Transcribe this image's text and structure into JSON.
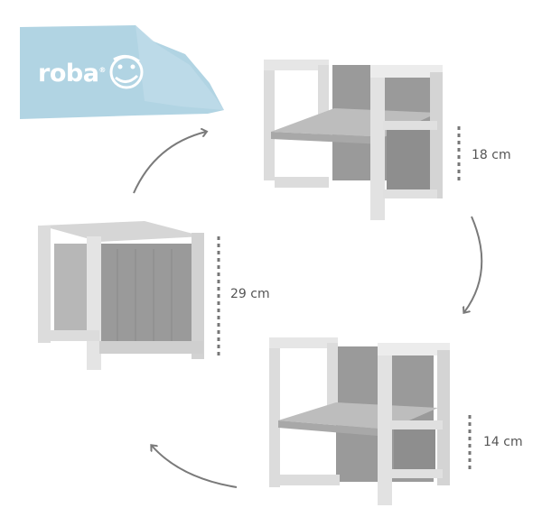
{
  "brand": {
    "name": "roba",
    "registered_mark": "®",
    "logo_background": "#a9cfe0"
  },
  "dimensions": [
    {
      "id": "seat-height-high",
      "label": "18 cm"
    },
    {
      "id": "table-height",
      "label": "29 cm"
    },
    {
      "id": "seat-height-low",
      "label": "14 cm"
    }
  ],
  "colors": {
    "furniture_frame": "#dcdcdc",
    "furniture_panel": "#9a9a9a",
    "arrow": "#7a7a7a",
    "dimension_line": "#777777"
  },
  "icons": [
    "arrow-curved-icon",
    "dimension-line-icon",
    "roba-smiley-icon"
  ]
}
